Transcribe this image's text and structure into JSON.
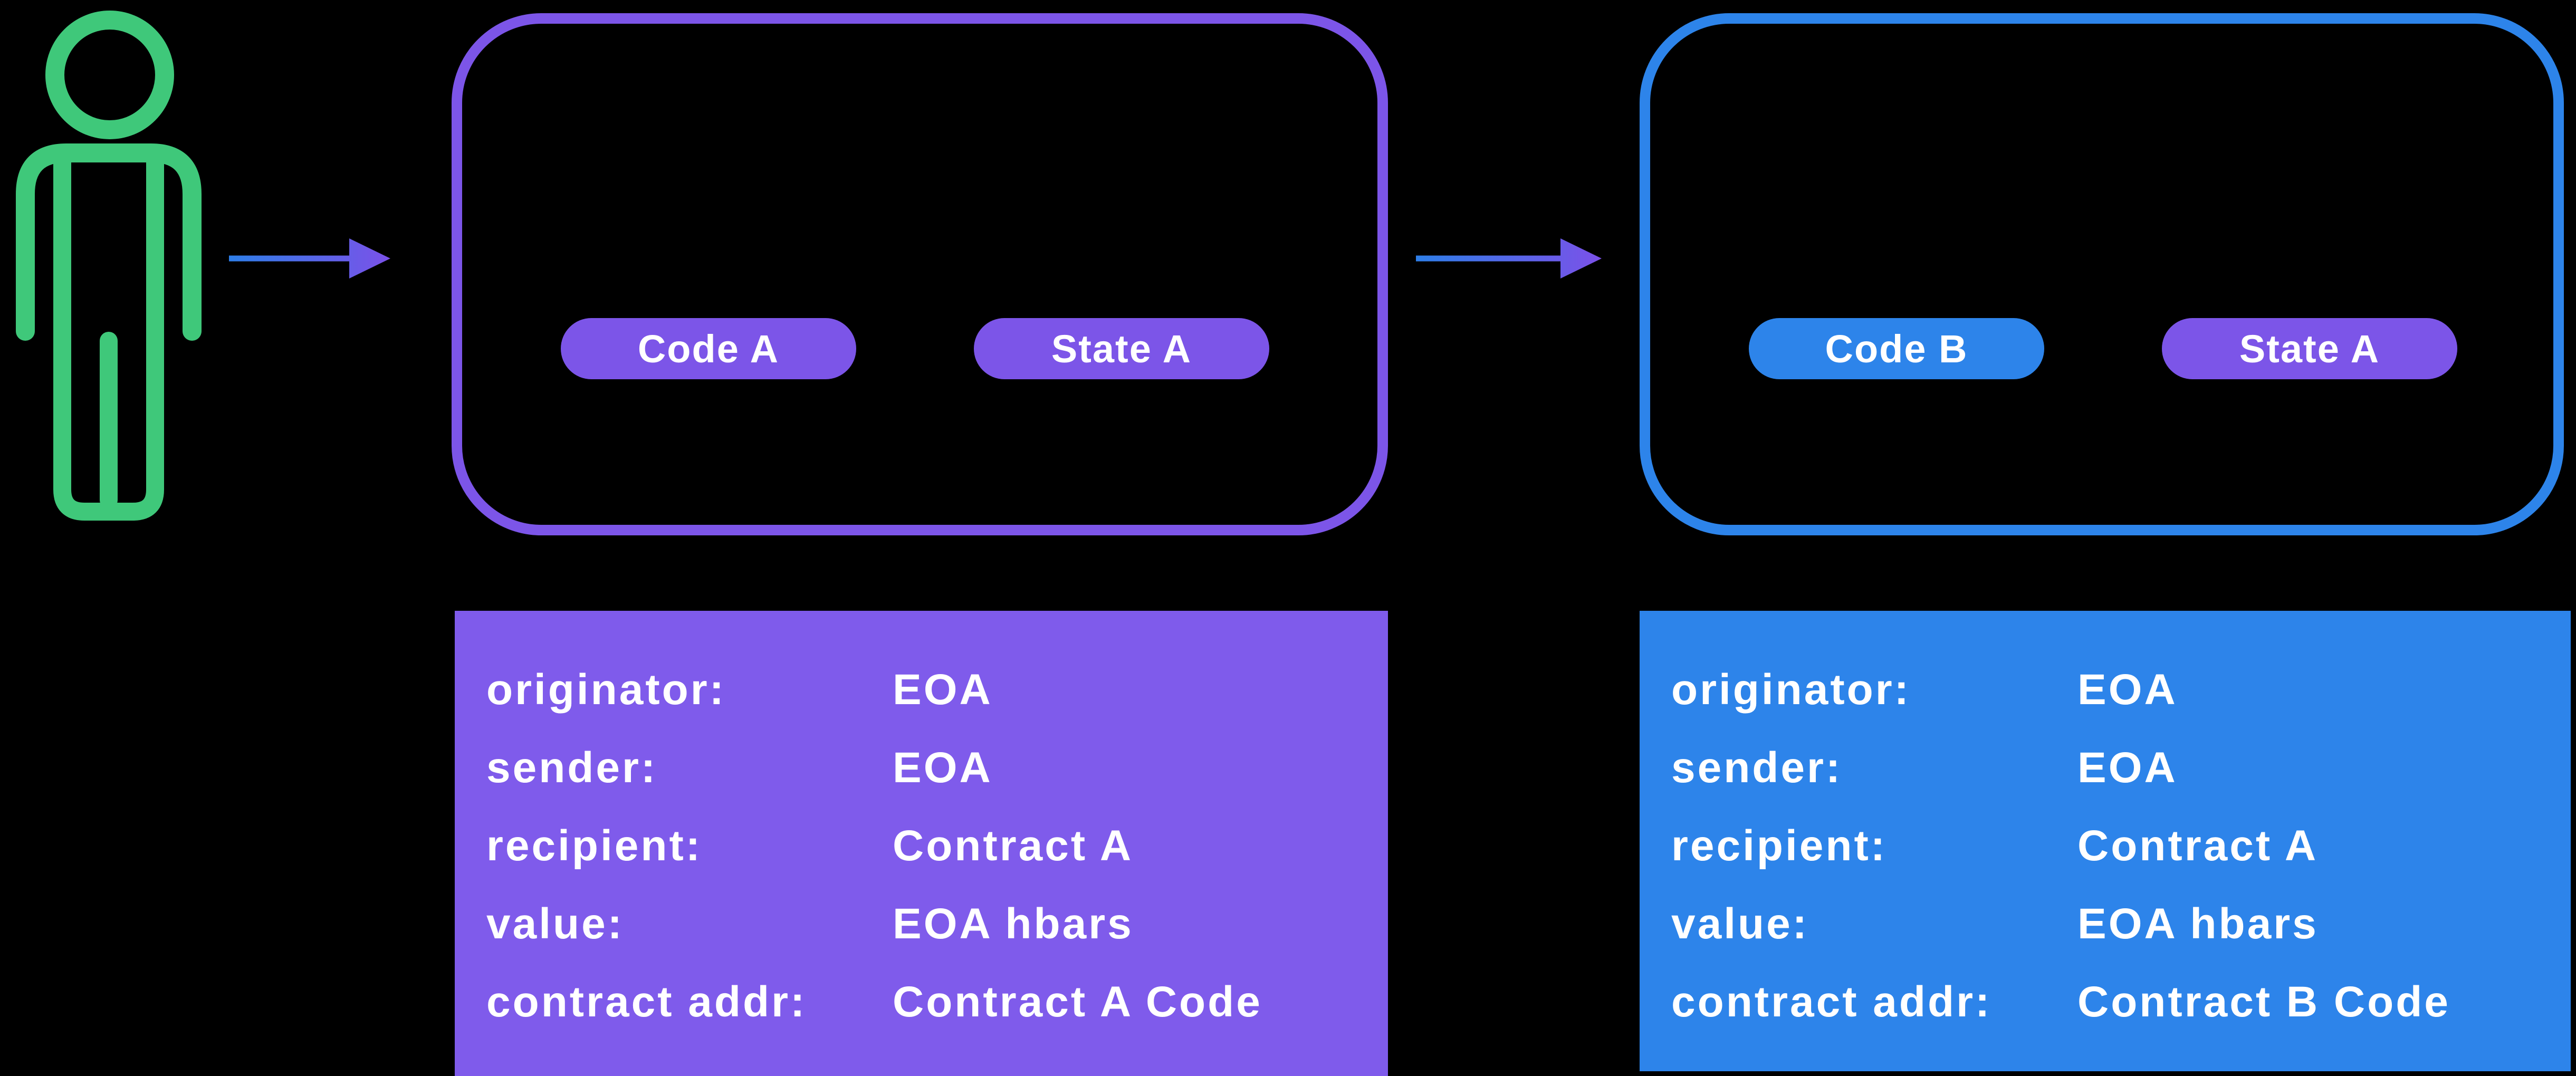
{
  "colors": {
    "background": "#000000",
    "green": "#3FC87A",
    "purple": "#7C55E8",
    "purple_panel": "#7F5BEB",
    "blue": "#2D84EA",
    "text": "#FFFFFF",
    "arrow_gradient_start": "#2D7FE8",
    "arrow_gradient_end": "#7C50E8"
  },
  "actor": {
    "icon": "person-icon"
  },
  "arrows": [
    {
      "icon": "arrow-right-icon"
    },
    {
      "icon": "arrow-right-icon"
    }
  ],
  "contracts": [
    {
      "accent": "#7C55E8",
      "pills": [
        {
          "label": "Code A",
          "color": "#7C55E8"
        },
        {
          "label": "State A",
          "color": "#7C55E8"
        }
      ]
    },
    {
      "accent": "#2D84EA",
      "pills": [
        {
          "label": "Code B",
          "color": "#2D84EA"
        },
        {
          "label": "State A",
          "color": "#7C55E8"
        }
      ]
    }
  ],
  "panels": [
    {
      "color": "#7F5BEB",
      "rows": [
        {
          "label": "originator:",
          "value": "EOA"
        },
        {
          "label": "sender:",
          "value": "EOA"
        },
        {
          "label": "recipient:",
          "value": "Contract A"
        },
        {
          "label": "value:",
          "value": "EOA hbars"
        },
        {
          "label": "contract addr:",
          "value": "Contract A Code"
        }
      ]
    },
    {
      "color": "#2D84EA",
      "rows": [
        {
          "label": "originator:",
          "value": "EOA"
        },
        {
          "label": "sender:",
          "value": "EOA"
        },
        {
          "label": "recipient:",
          "value": "Contract A"
        },
        {
          "label": "value:",
          "value": "EOA hbars"
        },
        {
          "label": "contract addr:",
          "value": "Contract B Code"
        }
      ]
    }
  ]
}
